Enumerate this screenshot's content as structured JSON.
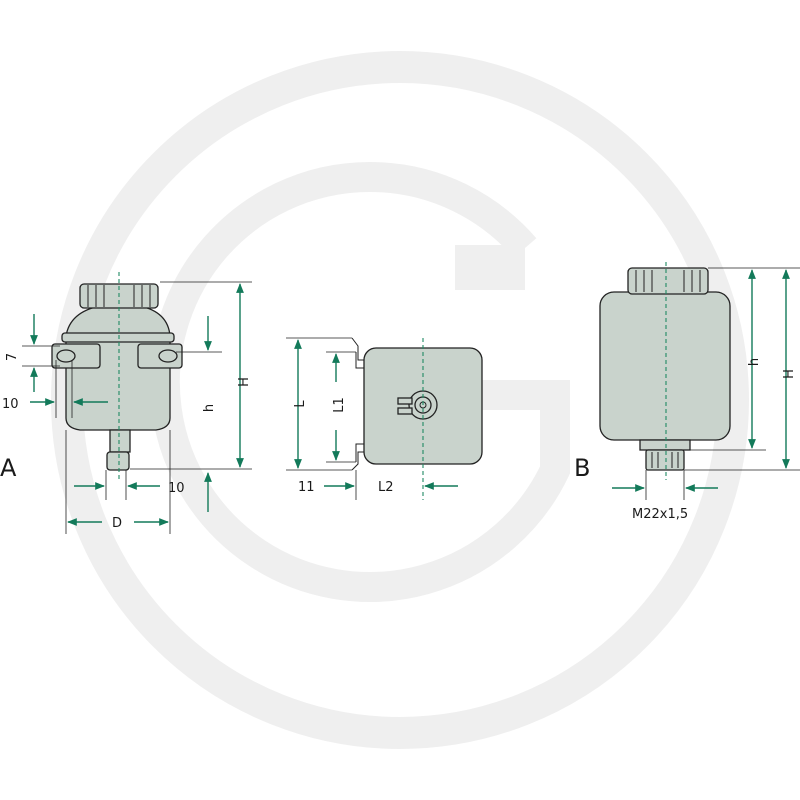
{
  "views": {
    "a": {
      "label": "A",
      "dims": {
        "seven": "7",
        "ten_left": "10",
        "ten_bottom": "10",
        "d": "D",
        "h": "h",
        "H": "H"
      }
    },
    "side": {
      "dims": {
        "L": "L",
        "L1": "L1",
        "L2": "L2",
        "eleven": "11"
      }
    },
    "b": {
      "label": "B",
      "dims": {
        "h": "h",
        "H": "H",
        "thread": "M22x1,5"
      }
    }
  },
  "colors": {
    "body": "#c9d3cc",
    "arrow": "#137a5a",
    "axis": "#1f8a63",
    "watermark": "#eeeeee"
  }
}
